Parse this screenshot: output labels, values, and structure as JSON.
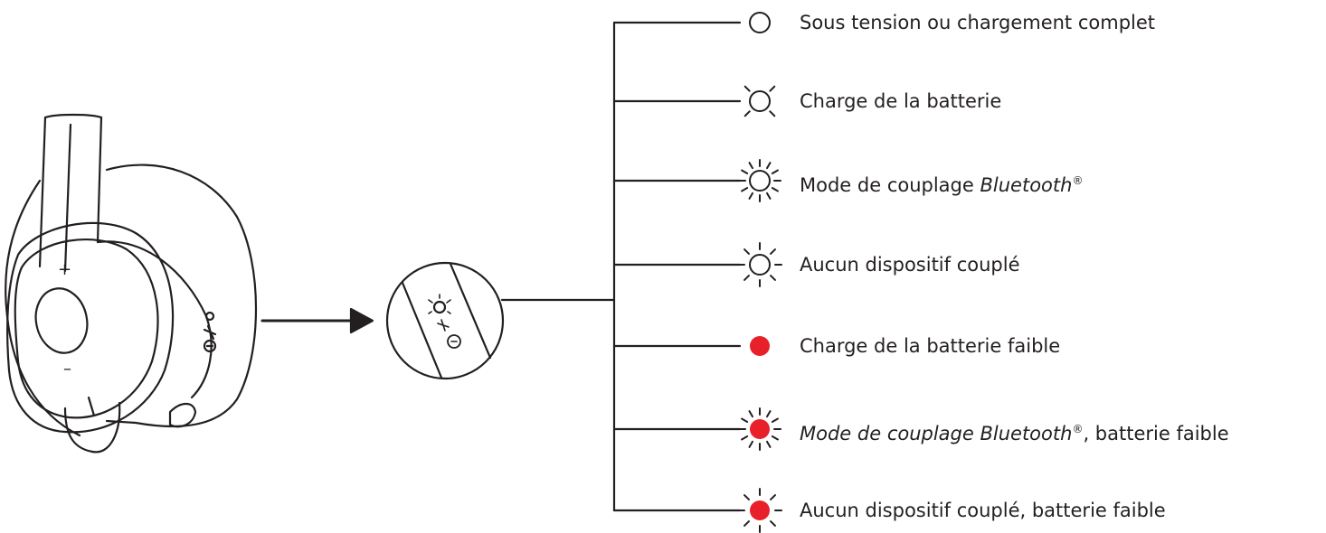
{
  "diagram": {
    "legend": [
      {
        "id": "on",
        "state": "steady",
        "color": "none",
        "parts": [
          {
            "t": "Sous tension ou chargement complet",
            "s": "n"
          }
        ]
      },
      {
        "id": "charging",
        "state": "slow-blink",
        "color": "none",
        "parts": [
          {
            "t": "Charge de la batterie",
            "s": "n"
          }
        ]
      },
      {
        "id": "pairing",
        "state": "fast-blink",
        "color": "none",
        "parts": [
          {
            "t": "Mode de couplage ",
            "s": "n"
          },
          {
            "t": "Bluetooth",
            "s": "i"
          },
          {
            "t": "®",
            "s": "sup"
          }
        ]
      },
      {
        "id": "no-device",
        "state": "blink",
        "color": "none",
        "parts": [
          {
            "t": "Aucun dispositif couplé",
            "s": "n"
          }
        ]
      },
      {
        "id": "low-battery",
        "state": "steady",
        "color": "#e8202a",
        "parts": [
          {
            "t": "Charge de la batterie faible",
            "s": "n"
          }
        ]
      },
      {
        "id": "pairing-low",
        "state": "fast-blink",
        "color": "#e8202a",
        "parts": [
          {
            "t": "Mode de couplage Bluetooth",
            "s": "i"
          },
          {
            "t": "®",
            "s": "sup"
          },
          {
            "t": ", batterie faible",
            "s": "n"
          }
        ]
      },
      {
        "id": "no-device-low",
        "state": "blink",
        "color": "#e8202a",
        "parts": [
          {
            "t": "Aucun dispositif couplé, batterie faible",
            "s": "n"
          }
        ]
      }
    ],
    "device": {
      "plus_sign": "+",
      "minus_sign": "–"
    }
  },
  "colors": {
    "stroke": "#231f20",
    "led_red": "#e8202a"
  }
}
